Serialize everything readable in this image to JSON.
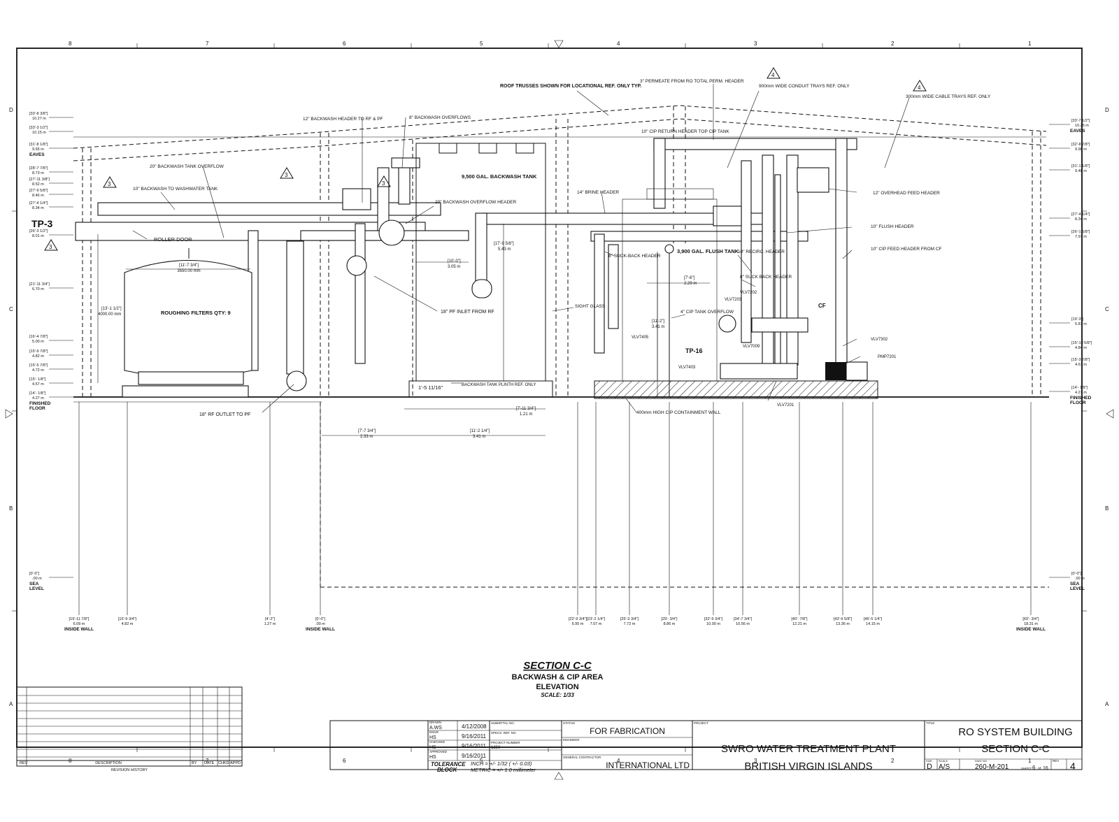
{
  "border_columns": [
    "8",
    "7",
    "6",
    "5",
    "4",
    "3",
    "2",
    "1"
  ],
  "border_rows": [
    "D",
    "C",
    "B",
    "A"
  ],
  "notes": {
    "roof_trusses": "ROOF TRUSSES SHOWN FOR LOCATIONAL REF. ONLY TYP.",
    "permeate": "3\" PERMEATE FROM RO TOTAL PERM. HEADER",
    "conduit": "900mm WIDE CONDUIT TRAYS REF. ONLY",
    "cable": "300mm WIDE CABLE TRAYS REF. ONLY",
    "cip_return": "10\" CIP RETURN HEADER TOP CIP TANK",
    "bw_header": "12\" BACKWASH HEADER TO RF & PF",
    "bw_overflows": "8\" BACKWASH OVERFLOWS",
    "bw_tank_overflow": "20\" BACKWASH TANK OVERFLOW",
    "bw_to_ww": "10\" BACKWASH TO WASHWATER TANK",
    "roller_door": "ROLLER DOOR",
    "bw_overflow_hdr": "20\" BACKWASH OVERFLOW HEADER",
    "bw_tank": "9,500 GAL. BACKWASH TANK",
    "brine": "14\" BRINE HEADER",
    "overhead_feed": "12\" OVERHEAD FEED HEADER",
    "flush_header": "10\" FLUSH HEADER",
    "cip_feed": "10\" CIP FEED HEADER FROM CF",
    "suck_back": "8\" SUCK-BACK HEADER",
    "flush_tank": "3,900 GAL. FLUSH TANK",
    "recirc": "10\" RECIRC. HEADER",
    "suck_back2": "8\" SUCK BACK HEADER",
    "roughing": "ROUGHING FILTERS QTY: 9",
    "pf_inlet": "18\" PF INLET FROM RF",
    "sight_glass": "SIGHT GLASS",
    "cip_overflow": "4\" CIP TANK OVERFLOW",
    "rf_outlet": "18\" RF OUTLET TO PF",
    "bw_plinth": "BACKWASH TANK PLINTH REF. ONLY",
    "cip_wall": "400mm HIGH CIP CONTAINMENT WALL",
    "plinth_dim": "1'-5 11/16\"",
    "tp3": "TP-3",
    "tp16": "TP-16",
    "cf": "CF"
  },
  "valves": [
    "VLV7405",
    "VLV7202",
    "VLV7203",
    "VLV7009",
    "VLV7403",
    "VLV7302",
    "PMP7201",
    "VLV7201"
  ],
  "elev_left": [
    {
      "imp": "[33'-8 3/8\"]",
      "met": "10.27 m"
    },
    {
      "imp": "[33'-3 1/2\"]",
      "met": "10.15 m"
    },
    {
      "imp": "[31'-8 1/8\"]",
      "met": "9.65 m",
      "tag": "EAVES"
    },
    {
      "imp": "[28'-7 7/8\"]",
      "met": "8.73 m"
    },
    {
      "imp": "[27'-11 3/8\"]",
      "met": "8.52 m"
    },
    {
      "imp": "[27'-9 5/8\"]",
      "met": "8.46 m"
    },
    {
      "imp": "[27'-4 1/4\"]",
      "met": "8.34 m"
    },
    {
      "imp": "[26'-3 1/2\"]",
      "met": "8.01 m"
    },
    {
      "imp": "[21'-11 3/4\"]",
      "met": "6.70 m"
    },
    {
      "imp": "[16'-4 7/8\"]",
      "met": "5.00 m"
    },
    {
      "imp": "[15'-9 7/8\"]",
      "met": "4.82 m"
    },
    {
      "imp": "[15'-5 7/8\"]",
      "met": "4.72 m"
    },
    {
      "imp": "[15'- 1/8\"]",
      "met": "4.57 m"
    },
    {
      "imp": "[14'- 1/8\"]",
      "met": "4.27 m",
      "tag": "FINISHED FLOOR"
    },
    {
      "imp": "[0'-0\"]",
      "met": ".00 m",
      "tag": "SEA LEVEL"
    }
  ],
  "elev_right": [
    {
      "imp": "[33'-7 1/2\"]",
      "met": "10.25 m",
      "tag": "EAVES"
    },
    {
      "imp": "[32'-8 7/8\"]",
      "met": "9.98 m"
    },
    {
      "imp": "[31'-1 1/8\"]",
      "met": "9.48 m"
    },
    {
      "imp": "[27'-4 1/4\"]",
      "met": "8.34 m"
    },
    {
      "imp": "[26'-1 5/8\"]",
      "met": "7.97 m"
    },
    {
      "imp": "[19'-3\"]",
      "met": "5.87 m"
    },
    {
      "imp": "[15'-10 5/8\"]",
      "met": "4.84 m"
    },
    {
      "imp": "[15'-3 7/8\"]",
      "met": "4.67 m"
    },
    {
      "imp": "[14'- 1/8\"]",
      "met": "4.27 m",
      "tag": "FINISHED FLOOR"
    },
    {
      "imp": "[0'-0\"]",
      "met": ".00 m",
      "tag": "SEA LEVEL"
    }
  ],
  "inner_dims": [
    {
      "imp": "[11'-7 3/4\"]",
      "met": "3550.00 mm"
    },
    {
      "imp": "[13'-1 1/2\"]",
      "met": "4000.00 mm"
    },
    {
      "imp": "[10'-0\"]",
      "met": "3.05 m"
    },
    {
      "imp": "[17'-9 5/8\"]",
      "met": "5.43 m"
    },
    {
      "imp": "[7'-6\"]",
      "met": "2.29 m"
    },
    {
      "imp": "[11'-2\"]",
      "met": "3.41 m"
    },
    {
      "imp": "[7'-11 3/4\"]",
      "met": "1.21 m"
    },
    {
      "imp": "[7'-7 3/4\"]",
      "met": "2.33 m"
    },
    {
      "imp": "[11'-2 1/4\"]",
      "met": "3.41 m"
    }
  ],
  "bottom_dims": [
    {
      "imp": "[19'-11 7/8\"]",
      "met": "6.09 m",
      "tag": "INSIDE WALL"
    },
    {
      "imp": "[15'-9 3/4\"]",
      "met": "4.82 m"
    },
    {
      "imp": "[4'-2\"]",
      "met": "1.27 m"
    },
    {
      "imp": "[0'-0\"]",
      "met": ".00 m",
      "tag": "INSIDE WALL"
    },
    {
      "imp": "[22'-9 3/4\"]",
      "met": "6.95 m"
    },
    {
      "imp": "[23'-2 1/4\"]",
      "met": "7.07 m"
    },
    {
      "imp": "[25'-3 3/4\"]",
      "met": "7.72 m"
    },
    {
      "imp": "[29'- 3/4\"]",
      "met": "8.86 m"
    },
    {
      "imp": "[32'-9 3/4\"]",
      "met": "10.00 m"
    },
    {
      "imp": "[34'-7 3/4\"]",
      "met": "10.56 m"
    },
    {
      "imp": "[40'- 7/8\"]",
      "met": "12.21 m"
    },
    {
      "imp": "[43'-9 5/8\"]",
      "met": "13.36 m"
    },
    {
      "imp": "[46'-5 1/4\"]",
      "met": "14.15 m"
    },
    {
      "imp": "[60'- 3/4\"]",
      "met": "18.31 m",
      "tag": "INSIDE WALL"
    }
  ],
  "section": {
    "title": "SECTION C-C",
    "sub1": "BACKWASH & CIP AREA",
    "sub2": "ELEVATION",
    "scale": "SCALE: 1/33"
  },
  "revisions": {
    "col_rev": "REV",
    "col_desc": "DESCRIPTION",
    "col_by": "BY",
    "col_date": "DATE",
    "col_chkd": "CHKD",
    "col_appd": "APPD",
    "footer": "REVISION HISTORY"
  },
  "titleblock": {
    "drawn_lbl": "DRAWN",
    "drawn_by": "A.WS",
    "drawn_date": "4/12/2008",
    "engr_lbl": "ENGR",
    "engr_by": "HS",
    "engr_date": "9/16/2011",
    "checked_lbl": "CHECKED",
    "checked_by": "HS",
    "checked_date": "9/16/2011",
    "approved_lbl": "APPROVED",
    "approved_by": "HS",
    "approved_date": "9/16/2011",
    "submittal_lbl": "SUBMITTAL NO.",
    "specs_lbl": "SPECS. REF. NO.",
    "project_no_lbl": "PROJECT NUMBER",
    "project_no": "1250",
    "tolerance1": "TOLERANCE",
    "tolerance2": "BLOCK",
    "tol_inch": "INCH = +/- 1/32 ( +/- 0.03)",
    "tol_metric": "METRIC = +/- 1.0 millimeter",
    "status_lbl": "STATUS",
    "status": "FOR FABRICATION",
    "engineer_lbl": "ENGINEER",
    "gc_lbl": "GENERAL CONTRACTOR",
    "gc": "INTERNATIONAL LTD",
    "project_lbl": "PROJECT",
    "project1": "SWRO WATER TREATMENT PLANT",
    "project2": "BRITISH VIRGIN ISLANDS",
    "title_lbl": "TITLE",
    "title1": "RO SYSTEM BUILDING",
    "title2": "SECTION C-C",
    "size_lbl": "SIZE",
    "size": "D",
    "scale_lbl": "SCALE",
    "scale": "A/S",
    "dwg_lbl": "DWG NO.",
    "dwg": "260-M-201",
    "sheet_lbl": "SHEET",
    "sheet": "6",
    "of_lbl": "of",
    "sheets": "16",
    "rev_lbl": "REV",
    "rev": "4"
  }
}
